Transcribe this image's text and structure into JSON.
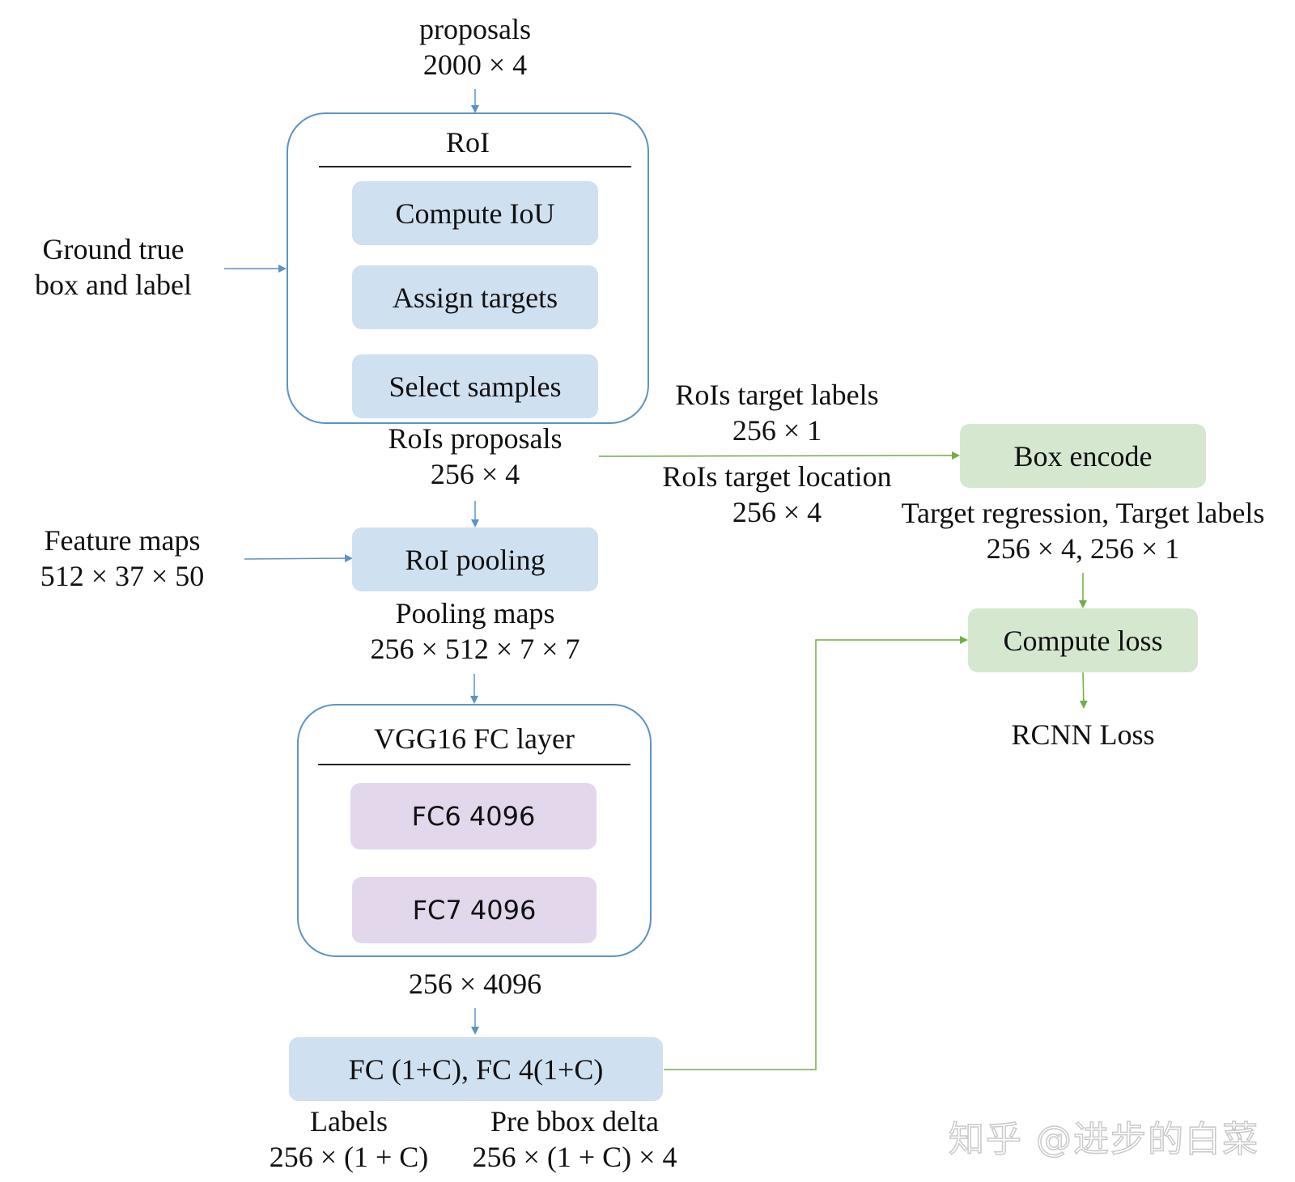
{
  "inputs": {
    "proposals": {
      "line1": "proposals",
      "line2": "2000 × 4"
    },
    "ground_truth": {
      "line1": "Ground true",
      "line2": "box and label"
    },
    "feature_maps": {
      "line1": "Feature maps",
      "line2": "512 × 37 × 50"
    }
  },
  "roi_group": {
    "title": "RoI",
    "steps": [
      "Compute IoU",
      "Assign targets",
      "Select samples"
    ]
  },
  "rois_proposals": {
    "line1": "RoIs proposals",
    "line2": "256 × 4"
  },
  "rois_target_labels": {
    "line1": "RoIs target labels",
    "line2": "256 × 1"
  },
  "rois_target_location": {
    "line1": "RoIs target location",
    "line2": "256 × 4"
  },
  "box_encode": "Box encode",
  "target_regression": {
    "line1": "Target regression, Target labels",
    "line2": "256 × 4, 256 × 1"
  },
  "compute_loss": "Compute loss",
  "rcnn_loss": "RCNN Loss",
  "roi_pooling": "RoI pooling",
  "pooling_maps": {
    "line1": "Pooling maps",
    "line2": "256 × 512 × 7 × 7"
  },
  "vgg_group": {
    "title": "VGG16  FC layer",
    "fc6": "FC6  4096",
    "fc7": "FC7  4096"
  },
  "fc_output_dim": "256 × 4096",
  "fc_heads": "FC  (1+C), FC  4(1+C)",
  "labels_output": {
    "line1": "Labels",
    "line2": "256 × (1 + C)"
  },
  "bbox_output": {
    "line1": "Pre bbox delta",
    "line2": "256 × (1 + C) × 4"
  },
  "watermark": "知乎 @进步的白菜",
  "colors": {
    "blue_arrow": "#5b93c7",
    "green_arrow": "#70ad47",
    "blue_box": "#cfe0f1",
    "green_box": "#d5e8cf",
    "purple_box": "#e3d7ec"
  }
}
